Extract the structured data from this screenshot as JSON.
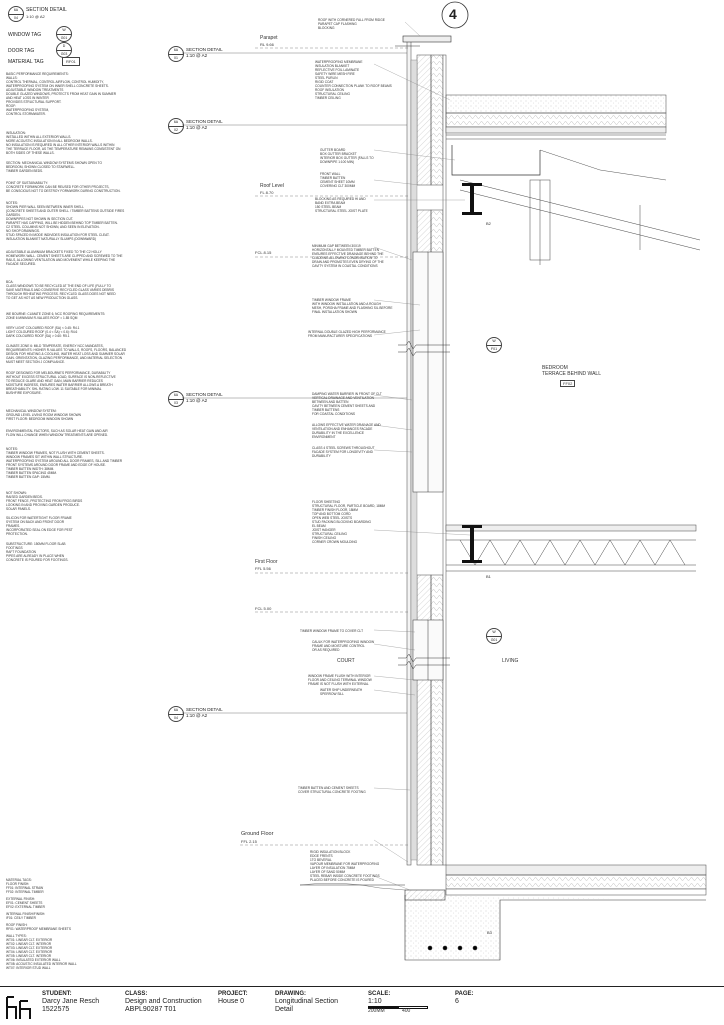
{
  "legend": {
    "section_detail_tag": {
      "top": "6A",
      "bottom": "04",
      "label": "SECTION DETAIL",
      "scale": "1:10 @ A2"
    },
    "window_tag": {
      "label": "WINDOW TAG",
      "top": "W",
      "bottom": "G01"
    },
    "door_tag": {
      "label": "DOOR TAG",
      "top": "D",
      "bottom": "G03"
    },
    "material_tag": {
      "label": "MATERIAL TAG",
      "code": "RF01"
    }
  },
  "drawing_number": "4",
  "levels": {
    "parapet": {
      "name": "Parapet",
      "rl": "RL 9.66"
    },
    "roof": {
      "name": "Roof Level",
      "rl": "FL 8.70"
    },
    "fcl_upper": {
      "name": "FCL 8.15"
    },
    "first": {
      "name": "First Floor",
      "rl": "FFL 5.56"
    },
    "fcl_mid": {
      "name": "FCL 5.00"
    },
    "ground": {
      "name": "Ground Floor",
      "rl": "FFL 2.15"
    }
  },
  "section_refs": [
    {
      "top": "6A",
      "bottom": "01",
      "label": "SECTION DETAIL",
      "scale": "1:10 @ A2"
    },
    {
      "top": "6A",
      "bottom": "02",
      "label": "SECTION DETAIL",
      "scale": "1:10 @ A2"
    },
    {
      "top": "6A",
      "bottom": "03",
      "label": "SECTION DETAIL",
      "scale": "1:10 @ A2"
    },
    {
      "top": "6A",
      "bottom": "04",
      "label": "SECTION DETAIL",
      "scale": "1:10 @ A2"
    }
  ],
  "rooms": {
    "bedroom": {
      "name": "BEDROOM",
      "sub": "TERRACE BEHIND WALL",
      "code": "FF02"
    },
    "court": "COURT",
    "living": "LIVING"
  },
  "window_tags_on_drawing": [
    {
      "top": "W",
      "bottom": "F01"
    },
    {
      "top": "W",
      "bottom": "G01"
    }
  ],
  "beam_labels": [
    "B2",
    "B1",
    "B3"
  ],
  "left_notes": [
    "BASIC PERFORMANCE REQUIREMENTS:\nWALLS:\nCONTROL THERMAL, CONTROL AIRFLOW, CONTROL HUMIDITY,\nWATERPROOFING SYSTEM ON INNER SHELL CONCRETE SHEETS.\nADJUSTABLE WINDOW TREATMENTS\nDOUBLE GLAZED WINDOWS, PROTECTS FROM HEAT GAIN IN SUMMER\nAND HEAT LOSS IN WINTER\nPROVIDES STRUCTURAL SUPPORT.\nROOF:\nWATERPROOFING SYSTEM,\nCONTROL STORMWATER.",
    "INSULATION:\nINSTALLED WITHIN ALL EXTERIOR WALLS.\nMORE ACOUSTIC INSULATION IN ALL BEDROOM WALLS.\nNO INSULATION IS REQUIRED IN ALL OTHER INTERIOR WALLS WITHIN\nTHE TERRACE FLOOR, AS THE TEMPERATURE REMAINS CONSISTENT ON\nBOTH SIDES OF THESE WALLS.",
    "SECTION: MECHANICAL WINDOW SYSTEMS SHOWN OPEN TO\nBEDROOM, SHOWN CLOSED TO STAIRWELL.\nTIMBER GARDEN BEDS.",
    "POINT OF SUSTAINABILITY:\nCONCRETE FORMWORK CAN BE REUSED FOR OTHER PROJECTS,\nBE CONSCIOUS NOT TO DESTROY FORMWORK DURING CONSTRUCTION.",
    "NOTES:\nSHOWN PIER WALL SEEN BETWEEN INNER SHELL\n(CONCRETE SHEETS AND OUTER SHELL / TIMBER BATTENS OUTSIDE FIRES\nGARDEN.\nDOWNPIPES NOT SHOWN IN SECTION CUT.\nPARAPET HAS CAPPING, WILL BE HIDDEN BEHIND TOP TIMBER BATTEN.\nC2 STEEL COLUMNS NOT SHOWN, AND SEEN IN ELEVATION.\nNO SHOP DRAWINGS.\nSTUD SPACED IN MODE INDIVIDES INSULATION FOR STEEL CLEAT.\nINSULATION BLANKET NATURALLY SLUMPS (DOWNWARD)",
    "ADJUSTABLE ALUMINIUM BRACKETS FIXED TO THE C2 HOLLY\nHOMEWORK WALL. CEMENT SHEETS ARE CLIPPED AND SCREWED TO THE\nRAILS, ALLOWING VENTILATION AND MOVEMENT WHILE KEEPING THE\nFACADE SECURED.",
    "BCA:\nCLASS WINDOWS TO BE RECYCLED AT THE END OF LIFE (FULLY TO\nSAVE MATERIALS AND CONSERVE RECYCLED GLASS VARIES DEBRIS\nTHROUGH REHEATING PROCESS. RECYCLED GLASS DOES NOT NEED\nTO GET AS HOT AS NEW PRODUCTION GLASS.",
    "WE BOURNE: CLIMATE ZONE 6, NCC ROOFING REQUIREMENTS:\nZONE 6 MINIMUM R-VALUES ROOF = 1.85 SQM",
    "VERY LIGHT COLOURED ROOF (SA) < 0.45: R4.1\nLIGHT COLOURED ROOF (0.4 < SA) < 0.6): R4.6\nDARK COLOURED ROOF (SA) > 0.60: R5.1",
    "CLIMATE ZONE 6: MILD TEMPERATE, ENERGY NCC MANDATES,\nREQUIREMENTS: HIGHER R-VALUES TO WALLS, ROOFS, FLOORS, BALANCED\nDESIGN FOR HEATING & COOLING, WATER HEAT LOSS AND SUMMER SOLAR\nGAIN. ORIENTATION, GLAZING PERFORMANCE, AND MATERIAL SELECTION\nMUST MEET SECTION J COMPLIANCE.",
    "ROOF DESIGNED FOR MELBOURNE'S PERFORMANCE, DURABILITY\nWITHOUT EXCESS STRUCTURAL LOAD, SURFACE IS NON-REFLECTIVE\nTO REDUCE GLARE AND HEAT GAIN, MAIN BARRIER REDUCES\nMOISTURE INGRESS, ENSURES WATER BARRIER ALLOWS A BREATH\nBREATHABILITY. SHL RATING LOW. 11 SUITABLE FOR MINIMAL\nBUSHFIRE EXPOSURE.",
    "MECHANICAL WINDOW SYSTEM:\nGROUND LEVEL LIVING ROOM WINDOW SHOWN\nFIRST FLOOR: BEDROOM WINDOW SHOWN",
    "ENVIRONMENTAL FACTORS, SUCH AS SOLAR HEAT GAIN AND AIR\nFLOW WILL CHANGE WHEN WINDOW TREATMENTS ARE OPENED.",
    "NOTES:\nTIMBER WINDOW FRAMES, NOT FLUSH WITH CEMENT SHEETS.\nWINDOW FRAMES SIT WITHIN WALL STRUCTURE.\nWATERPROOFING SYSTEM AROUND ALL DOOR FRAMES, SILL AND TIMBER\nFRONT SYSTEMS AROUND DOOR FRAME AND EDGE OF HOUSE.\nTIMBER BATTEN WIDTH: 38MM.\nTIMBER BATTEN SPACING 45MM.\nTIMBER BATTEN GAP: 15MM.",
    "NOT SHOWN:\nRAISED GARDEN BEDS.\nFRONT FENCE, PROTECTING FROM FROG BIRDS\nLOOKING IN AND PROVING GARDEN PRODUCE.\nSOLAR PANELS.",
    "SILICON FOR WATERTIGHT FLOOR FRAME\nSYSTEM ON BACK AND FRONT DOOR\nFRAMES.\nINCORPORATED SEAL ON EDGE FOR PEST\nPROTECTION.",
    "SUBSTRUCTURE: 150MM FLOOR SLAB\nFOOTINGS\nRAFT FOUNDATION\nPIPES ARE ALREADY IN PLACE WHEN\nCONCRETE IS POURED FOR FOOTINGS."
  ],
  "material_legend": [
    "MATERIAL TAGS:\nFLOOR FINISH:\nFF01: INTERNAL STRAW\nFF02: INTERNAL TIMBER",
    "EXTERNAL FINISH:\nEF01: CEMENT SHEETS\nEF02: EXTERNAL TIMBER",
    "INTERNAL FINISH/FINISH:\nIF01: CEILY TIMBER",
    "ROOF FINISH:\nRF01: WATERPROOF MEMBRANE SHEETS",
    "WALL TYPES:\nWT01: LINEAR CLT. EXTERIOR\nWT02: LINEAR CLT. INTERIOR\nWT03: LINEAR CLT. EXTERIOR\nWT04: LINEAR CLT. EXTERIOR\nWT05: LINEAR CLT. INTERIOR\nWT06: INSULATED EXTERIOR WALL\nWT08: ACOUSTIC INSULATED INTERIOR WALL\nWT07: INTERIOR STUD WALL"
  ],
  "annotations_upper": [
    "ROOF WITH CORNERED FALL FROM RIDGE\nPARAPET CAP FLASHING\nBLOCKING",
    "WATERPROOFING MEMBRANE\nINSULATION BLANKET\nREFLECTIVE FOIL LAMINATE\nSAFETY WIRE MESH FIRE\nSTEEL PURLIN\nRIGID COAT\nCOUNTER CONNECTION PLANK TO ROOF BEAMS\nROOF INSULATION\nSTRUCTURAL CEILING\nTIMBER CEILING",
    "GUTTER BOARD\nBOX GUTTER BRACKET\nINTERIOR BOX GUTTER (FALLS TO\nDOWNPIPE 1:100 MIN)",
    "FRONT WALL\nTIMBER BATTEN\nCEMENT SHEET 10MM\nCOVERING CLT 300MM",
    "BLOCKING AS REQUIRED HI AND\nBAND EXTRA BEAM\n150 STEEL BEAM\nSTRUCTURAL STEEL JOIST PLATE",
    "MINIMUM GAP BETWEEN 30X19\nHORIZONTALLY MOUNTED TIMBER BATTEN\nENSURES EFFECTIVE DRAINAGE BEHIND THE\nCLADDING ALLOWING CONDENSATION TO\nDRAIN AND PROMOTES EVEN DRYING OF THE\nCAVITY SYSTEM IN COASTAL CONDITIONS",
    "TIMBER WINDOW FRAME\nWITH WINDOW INSTALLATION AND A ROUGH\nMESH, PORGHA FRAME AND FLASHING SIL BEFORE\nFINAL INSTALLATION SHOWN",
    "INTERNAL DOUBLE GLAZED HIGH PERFORMANCE\nFROM MANUFACTURER SPECIFICATIONS",
    "DAMPING WATER BARRIER IN FRONT OF CLT\nVERTICAL DRAINAGE AND VENTILATION\nBETWEEN AND BATTEN\nCAVITY BETWEEN CEMENT SHEETS AND\nTIMBER BATTENS\nFOR COASTAL CONDITIONS",
    "ALLOWS EFFECTIVE WATER DRAINAGE AND\nVENTILATION AND ENHANCES FACADE\nDURABILITY IN THE EXCELLENCE\nENVIRONMENT",
    "CLASS 4 STEEL SCREWS THROUGHOUT\nFACADE SYSTEM FOR LONGEVITY AND\nDURABILITY",
    "FLOOR SHEETING\nSTRUCTURAL FLOOR, PARTICLE BOARD, 18MM\nTIMBER FINISH FLOOR, 18MM\nTOP AND BOTTOM CORD\nOPEN WEB STEEL JOISTS\nSTUD PACKING BLOCKING BOARDING\nEL BEAM\nJOIST HANGER\nSTRUCTURAL CEILING\nFINISH CEILING\nCORNER CROWN MOULDING"
  ],
  "annotations_lower": [
    "TIMBER WINDOW FRAME TO COVER CLT",
    "CAULK FOR WATERPROOFING WINDOW\nFRAME AND MOISTURE CONTROL\nOR AS REQUIRED",
    "WINDOW FRAME FLUSH WITH INTERIOR\nFLOOR AND CEILING TERMINAL WINDOW\nFRAME IS NOT FLUSH WITH EXTERNAL",
    "WATER SHIP UNDERNEATH\nSPERROW SILL",
    "TIMBER BATTEN AND CEMENT SHEETS\nCOVER STRUCTURAL CONCRETE FOOTING",
    "RIGID INSULATION BLOCK\nEDGE FRENTS\n1TO BEVERAL\nVAPOUR MEMBRANE FOR WATERPROOFING\nLAYER OF INSULATION 75MM\nLAYER OF SAND 50MM\nSTEEL REBAR INSIDE CONCRETE FOOTINGS\nPLACED BEFORE CONCRETE IS POURED"
  ],
  "title_block": {
    "student_label": "STUDENT:",
    "student_name": "Darcy Jane Resch",
    "student_id": "1522575",
    "class_label": "CLASS:",
    "class_name": "Design and Construction",
    "class_code": "ABPL90287 T01",
    "project_label": "PROJECT:",
    "project_name": "House 0",
    "drawing_label": "DRAWING:",
    "drawing_name": "Longitudinal Section",
    "drawing_sub": "Detail",
    "scale_label": "SCALE:",
    "scale_value": "1:10",
    "scale_bar_left": "200MM",
    "scale_bar_right": "400",
    "page_label": "PAGE:",
    "page_value": "6"
  }
}
